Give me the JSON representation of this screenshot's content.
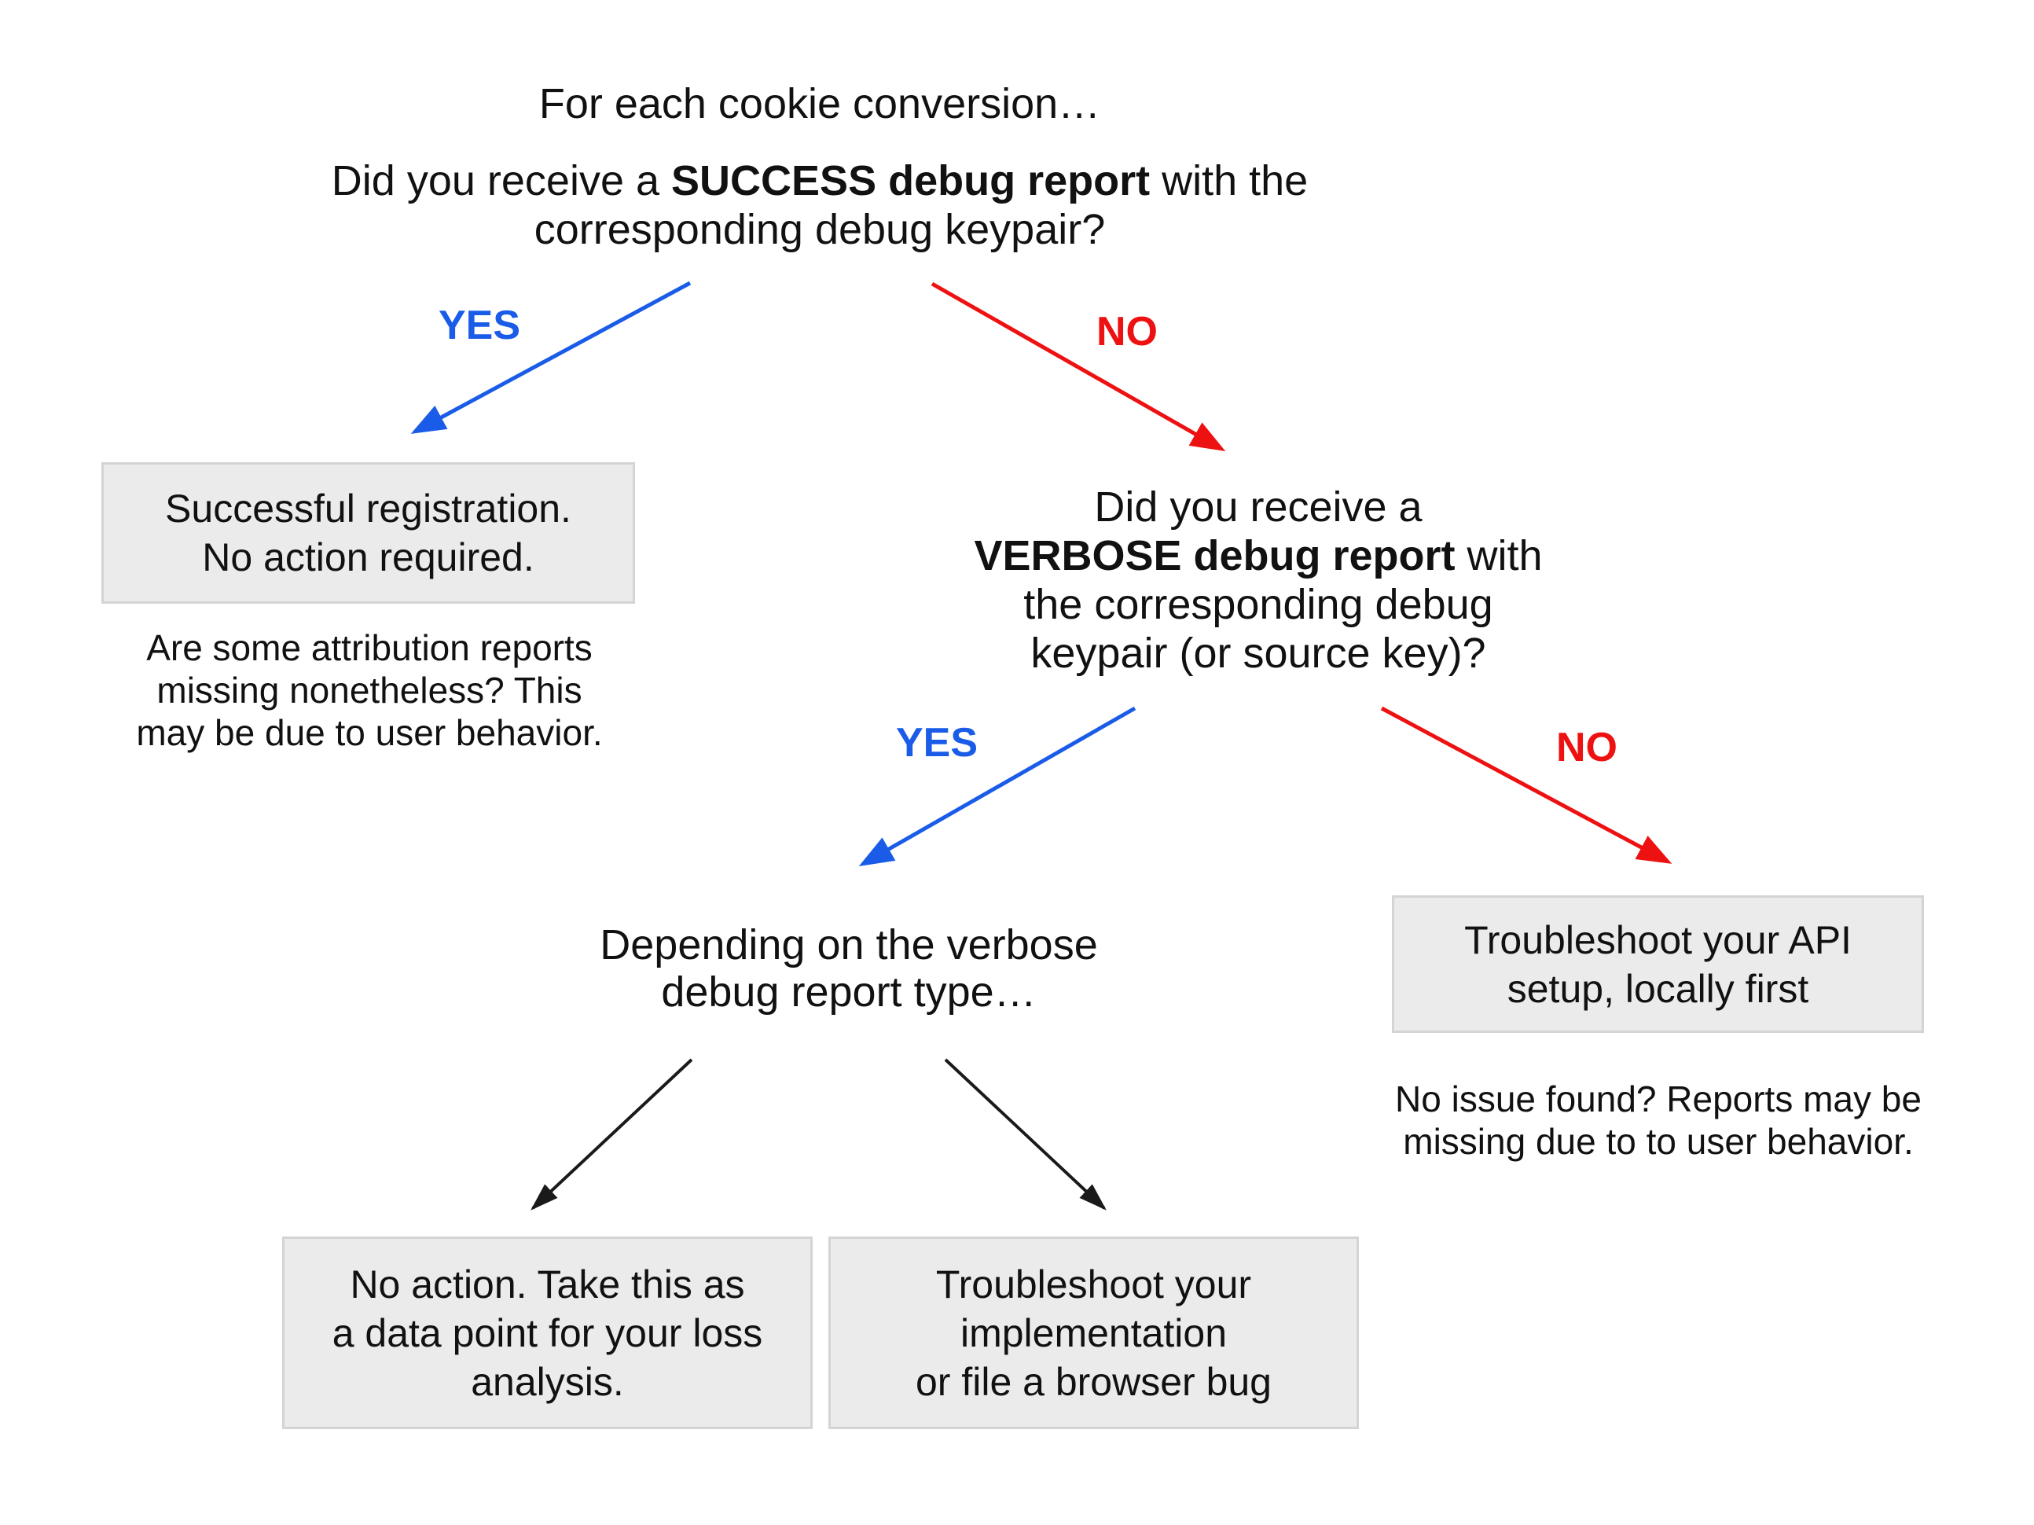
{
  "colors": {
    "yes_blue": "#1a5ce8",
    "no_red": "#ee1111",
    "arrow_black": "#1a1a1a",
    "box_fill": "#ebebeb",
    "box_border": "#d4d4d4"
  },
  "root": {
    "intro": "For each cookie conversion…"
  },
  "q1": {
    "prefix": "Did you receive a ",
    "bold": "SUCCESS debug report",
    "suffix": " with the",
    "line2": "corresponding debug keypair?"
  },
  "branch1": {
    "yes": "YES",
    "no": "NO"
  },
  "success_box": {
    "line1": "Successful registration.",
    "line2": "No action required."
  },
  "success_note": {
    "line1": "Are some attribution reports",
    "line2": "missing nonetheless? This",
    "line3": "may be due to user behavior."
  },
  "q2": {
    "line1": "Did you receive a",
    "line2_bold": "VERBOSE debug report",
    "line2_suffix": " with",
    "line3": "the corresponding debug",
    "line4": "keypair (or source key)?"
  },
  "branch2": {
    "yes": "YES",
    "no": "NO"
  },
  "depending": {
    "line1": "Depending on the verbose",
    "line2": "debug report type…"
  },
  "api_box": {
    "line1": "Troubleshoot your API",
    "line2": "setup, locally first"
  },
  "api_note": {
    "line1": "No issue found? Reports may be",
    "line2": "missing due to to user behavior."
  },
  "no_action_box": {
    "line1": "No action. Take this as",
    "line2": "a data point for your loss",
    "line3": "analysis."
  },
  "impl_box": {
    "line1": "Troubleshoot your",
    "line2": "implementation",
    "line3": "or file a browser bug"
  }
}
